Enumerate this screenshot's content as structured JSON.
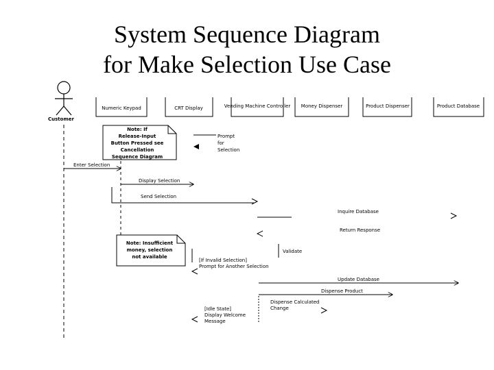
{
  "title": {
    "line1": "System Sequence Diagram",
    "line2": "for Make Selection Use Case"
  },
  "actor": {
    "label": "Customer"
  },
  "objects": [
    "Numeric Keypad",
    "CRT Display",
    "Vending Machine Controller",
    "Money Dispenser",
    "Product Dispenser",
    "Product Database"
  ],
  "notes": {
    "release_input": [
      "Note: If",
      "Release-Input",
      "Button Pressed see",
      "Cancellation",
      "Sequence Diagram"
    ],
    "insufficient": [
      "Note: Insufficient",
      "money, selection",
      "not available"
    ]
  },
  "messages": {
    "prompt": [
      "Prompt",
      "for",
      "Selection"
    ],
    "enter_selection": "Enter Selection",
    "display_selection": "Display Selection",
    "send_selection": "Send Selection",
    "inquire_database": "Inquire Database",
    "return_response": "Return Response",
    "validate": "Validate",
    "invalid_selection": [
      "[If Invalid Selection]",
      "Prompt for Another Selection"
    ],
    "update_database": "Update Database",
    "dispense_product": "Dispense Product",
    "dispense_change": [
      "Dispense Calculated",
      "Change"
    ],
    "idle_state": [
      "[Idle State]",
      "Display Welcome",
      "Message"
    ]
  },
  "colors": {
    "ink": "#000000",
    "background": "#ffffff"
  }
}
